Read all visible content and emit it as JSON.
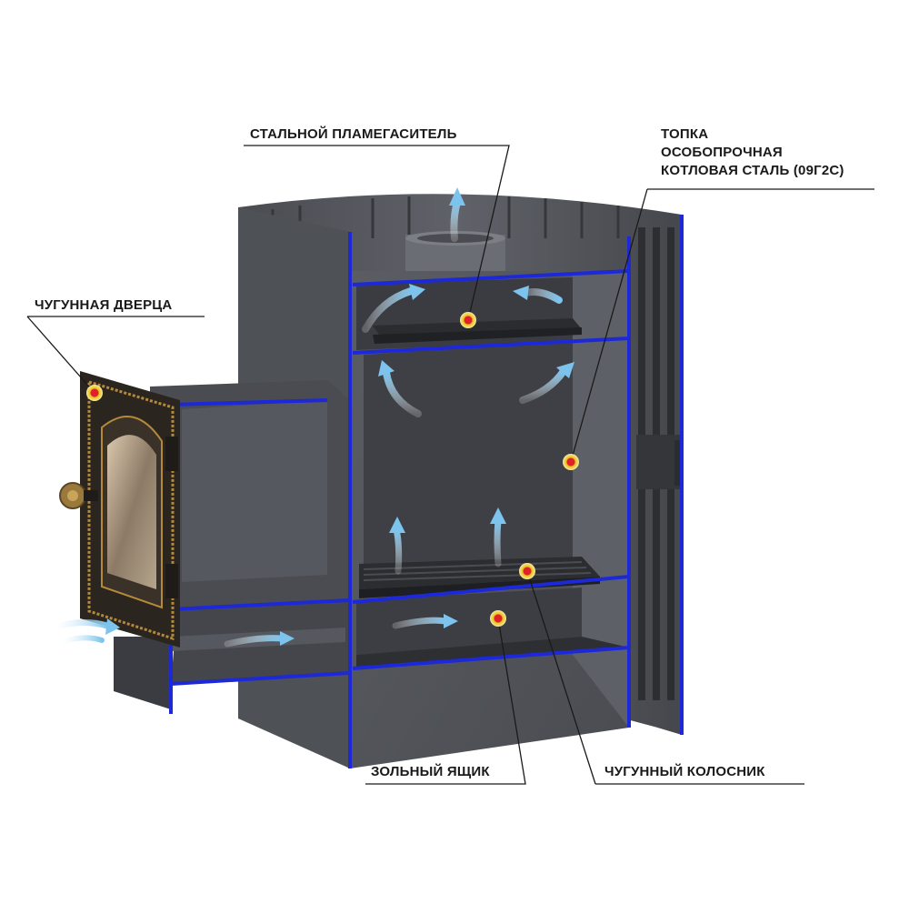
{
  "labels": {
    "flame_arrester": "СТАЛЬНОЙ ПЛАМЕГАСИТЕЛЬ",
    "firebox_line1": "ТОПКА",
    "firebox_line2": "ОСОБОПРОЧНАЯ",
    "firebox_line3": "КОТЛОВАЯ СТАЛЬ (09Г2С)",
    "door": "ЧУГУННАЯ ДВЕРЦА",
    "ash_box": "ЗОЛЬНЫЙ ЯЩИК",
    "grate": "ЧУГУННЫЙ КОЛОСНИК"
  },
  "colors": {
    "steel_dark": "#3d3f44",
    "steel_mid": "#55585e",
    "steel_light": "#6c6f75",
    "cut_edge": "#1d28d8",
    "marker_outer": "#f5e6b0",
    "marker_ring": "#e8c21a",
    "marker_core": "#e0202a",
    "air_arrow": "#8ccdf0",
    "door_trim": "#b48a3a",
    "leader_line": "#1a1a1a"
  }
}
